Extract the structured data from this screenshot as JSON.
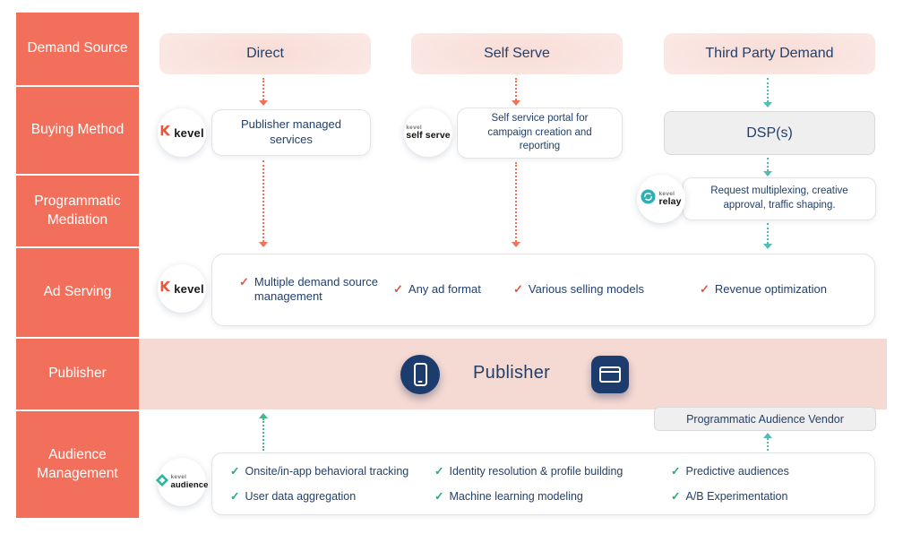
{
  "colors": {
    "coral": "#F2705B",
    "navy": "#23406B",
    "teal_arrow": "#53BCB4",
    "orange_arrow": "#EE7158",
    "green_arrow": "#45B987",
    "check_red": "#E4573D",
    "check_green": "#2FA873",
    "publisher_band": "#F5D9D3",
    "icon_navy": "#1D3C6E",
    "grey_box": "#EFEFEF"
  },
  "icons": {
    "check": "✓"
  },
  "sidebar": {
    "rows": [
      "Demand Source",
      "Buying Method",
      "Programmatic Mediation",
      "Ad Serving",
      "Publisher",
      "Audience Management"
    ]
  },
  "headers": {
    "direct": "Direct",
    "self_serve": "Self Serve",
    "third_party": "Third Party Demand"
  },
  "logos": {
    "kevel": "kevel",
    "brand_small": "kevel",
    "self_serve": "self serve",
    "relay": "relay",
    "audience": "audience"
  },
  "buying": {
    "kevel_box": "Publisher managed services",
    "self_serve_box": "Self service portal for campaign creation and reporting",
    "dsp_box": "DSP(s)"
  },
  "mediation": {
    "relay_box": "Request multiplexing, creative approval, traffic shaping."
  },
  "ad_serving": {
    "items": [
      "Multiple demand source management",
      "Any ad format",
      "Various selling models",
      "Revenue optimization"
    ]
  },
  "publisher": {
    "label": "Publisher"
  },
  "audience": {
    "vendor_box": "Programmatic Audience Vendor",
    "items": [
      "Onsite/in-app behavioral tracking",
      "User data aggregation",
      "Identity resolution & profile building",
      "Machine learning modeling",
      "Predictive audiences",
      "A/B Experimentation"
    ]
  }
}
